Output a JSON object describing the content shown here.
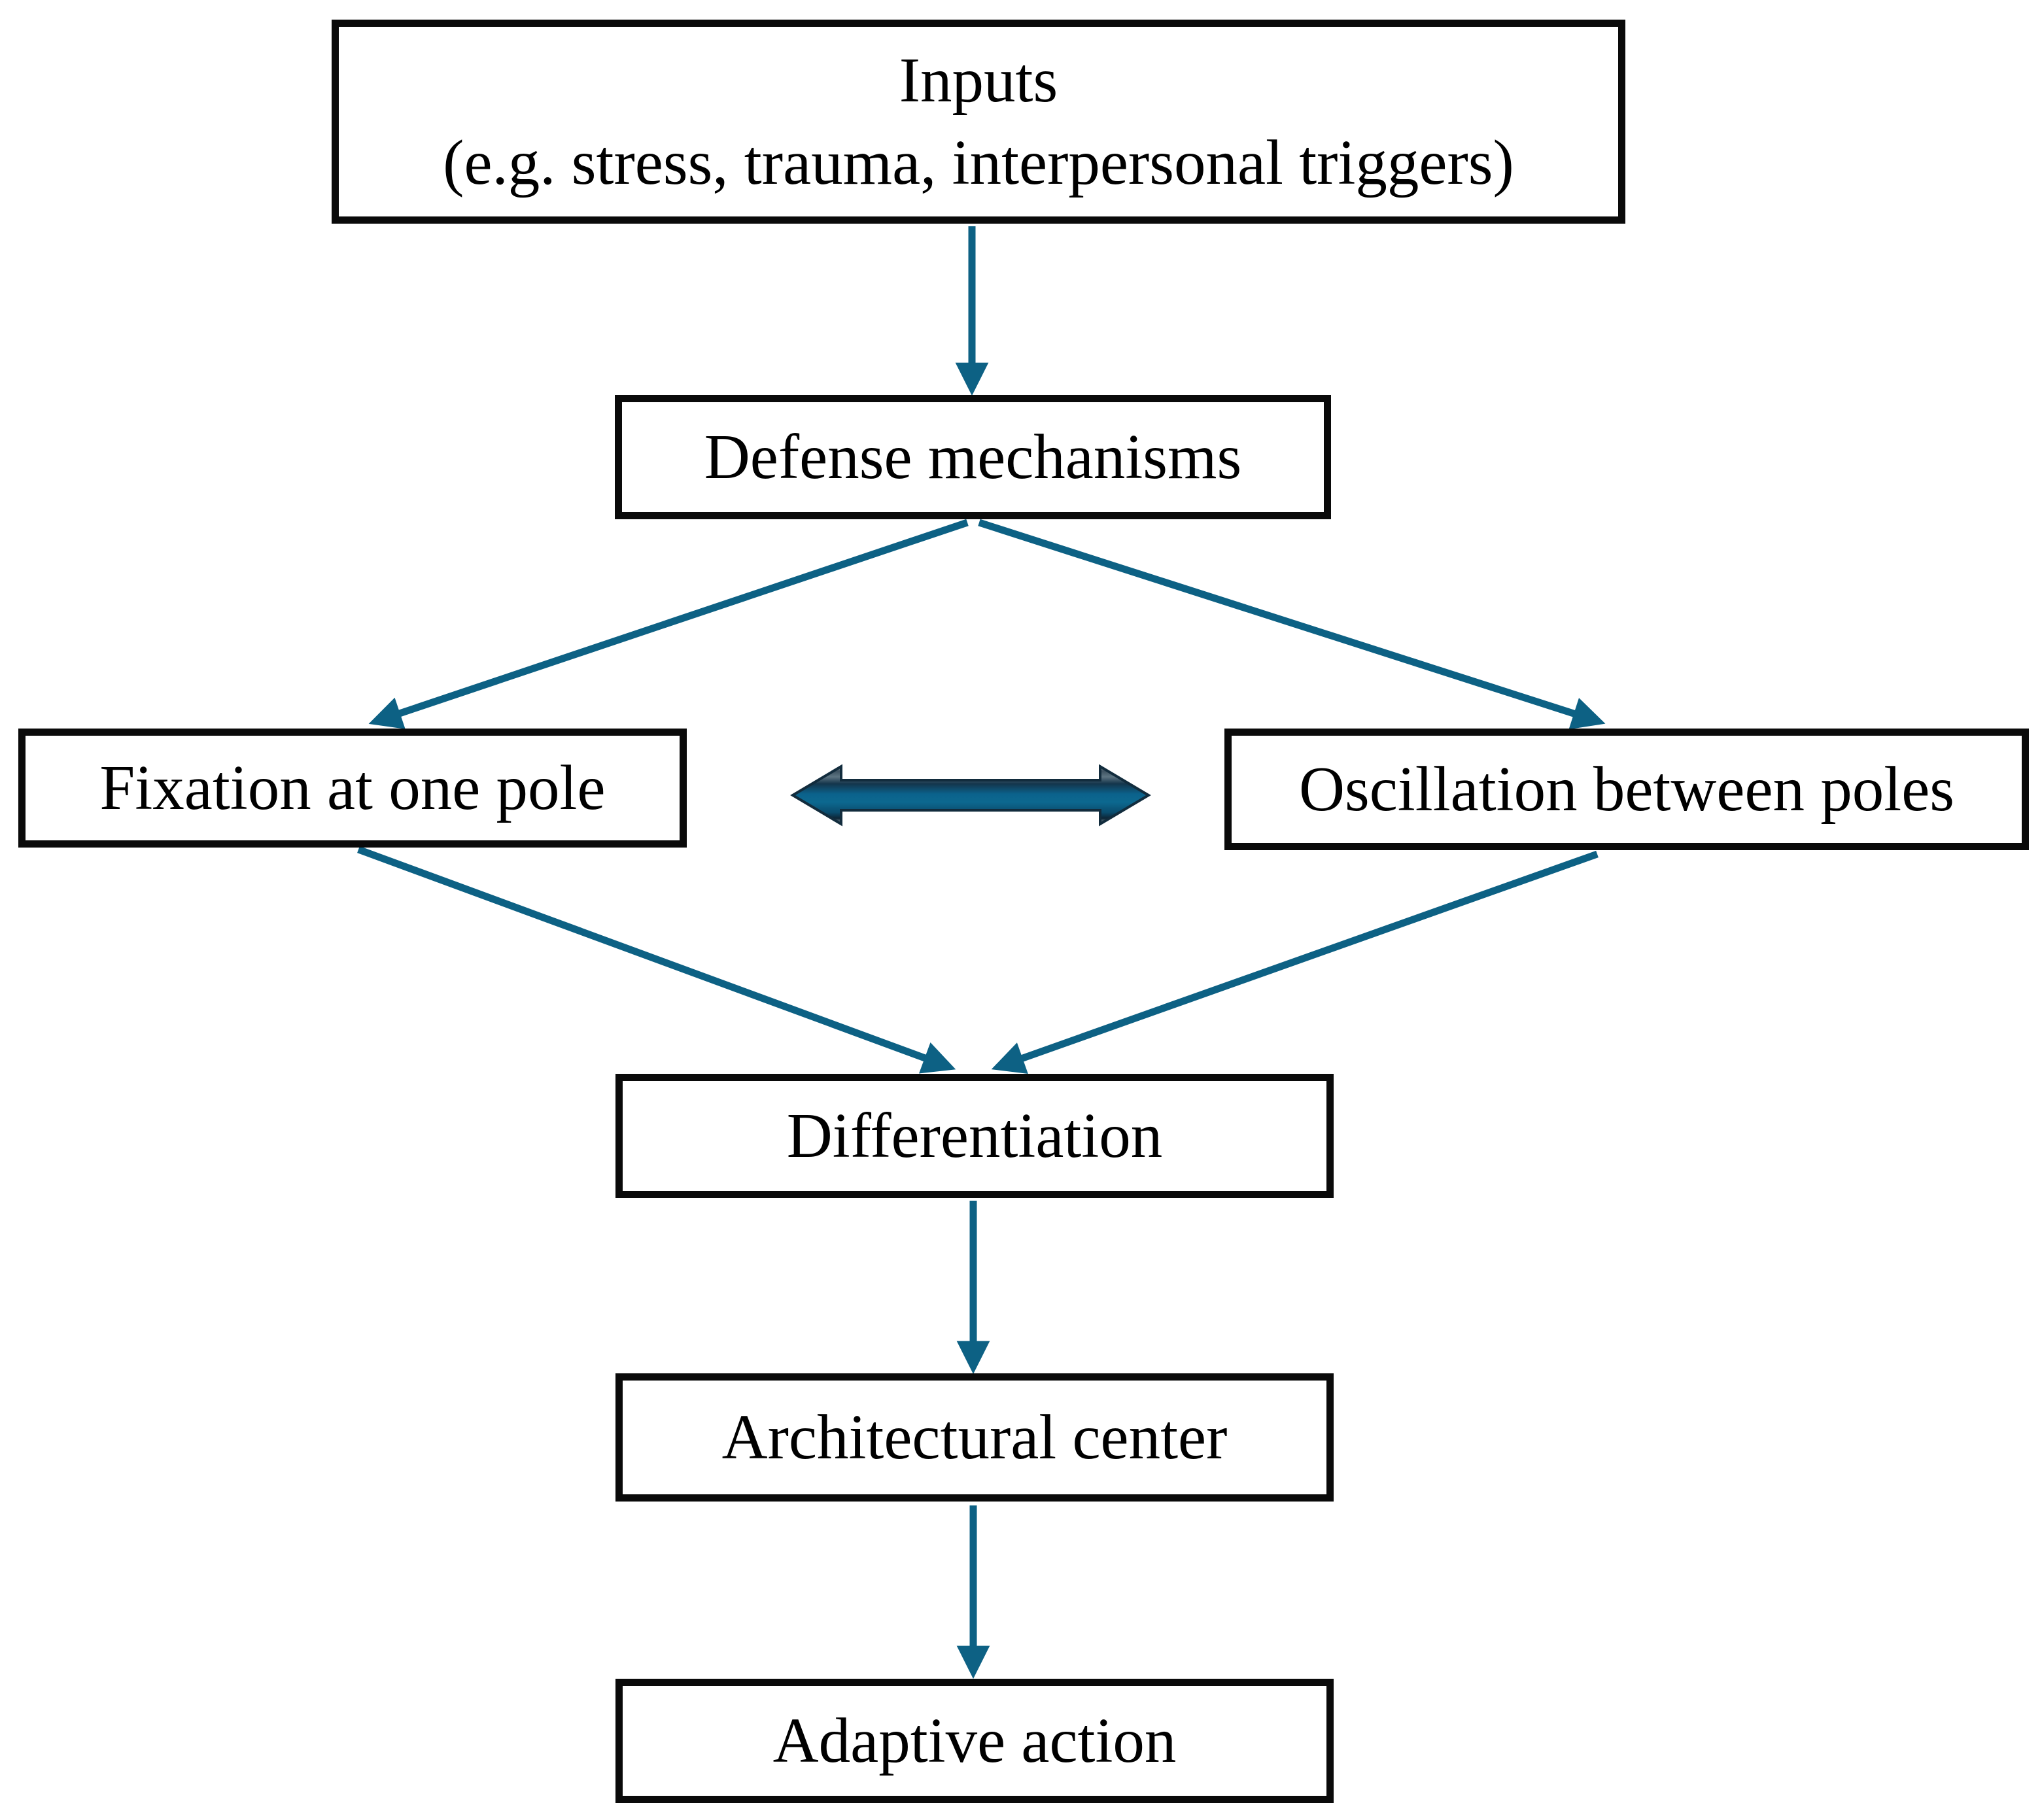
{
  "diagram": {
    "nodes": {
      "inputs": {
        "title": "Inputs",
        "subtitle": "(e.g. stress, trauma, interpersonal triggers)"
      },
      "defense": {
        "label": "Defense mechanisms"
      },
      "fixation": {
        "label": "Fixation at one pole"
      },
      "oscillation": {
        "label": "Oscillation between poles"
      },
      "differentiation": {
        "label": "Differentiation"
      },
      "architectural": {
        "label": "Architectural center"
      },
      "adaptive": {
        "label": "Adaptive action"
      }
    },
    "edges": [
      {
        "from": "inputs",
        "to": "defense",
        "type": "arrow"
      },
      {
        "from": "defense",
        "to": "fixation",
        "type": "arrow"
      },
      {
        "from": "defense",
        "to": "oscillation",
        "type": "arrow"
      },
      {
        "from": "fixation",
        "to": "oscillation",
        "type": "double-arrow"
      },
      {
        "from": "fixation",
        "to": "differentiation",
        "type": "arrow"
      },
      {
        "from": "oscillation",
        "to": "differentiation",
        "type": "arrow"
      },
      {
        "from": "differentiation",
        "to": "architectural",
        "type": "arrow"
      },
      {
        "from": "architectural",
        "to": "adaptive",
        "type": "arrow"
      }
    ],
    "colors": {
      "background": "#ffffff",
      "box_border": "#0a0a0a",
      "text": "#000000",
      "arrow": "#0d6184",
      "double_arrow_fill_mid": "#0b628c",
      "double_arrow_outline": "#122c3d"
    }
  }
}
